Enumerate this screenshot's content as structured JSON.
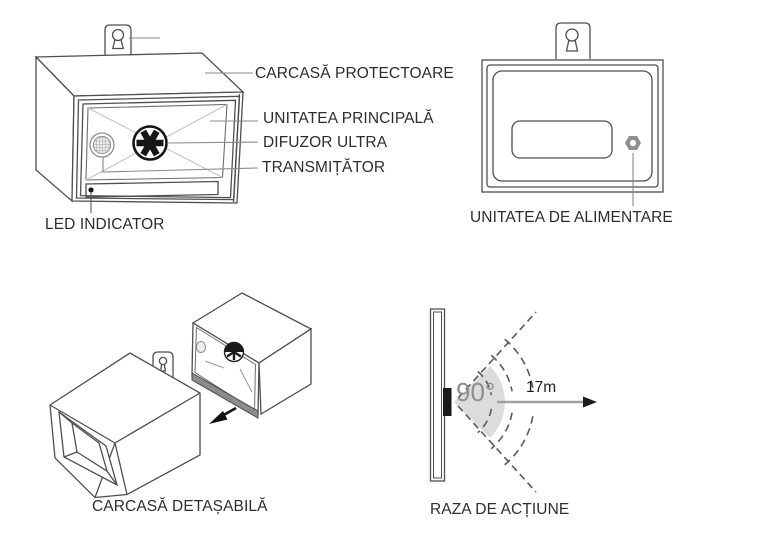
{
  "figures": {
    "main_unit": {
      "callouts": {
        "protective_case": "CARCASĂ PROTECTOARE",
        "main_unit": "UNITATEA PRINCIPALĂ",
        "ultra_speaker": "DIFUZOR ULTRA",
        "transmitter": "TRANSMIȚĂTOR",
        "led_indicator": "LED INDICATOR"
      }
    },
    "power_unit": {
      "caption": "UNITATEA DE ALIMENTARE"
    },
    "detachable_case": {
      "caption": "CARCASĂ DETAȘABILĂ"
    },
    "action_range": {
      "caption": "RAZA DE ACȚIUNE",
      "beam_angle": "90°",
      "range_distance": "17m"
    }
  },
  "colors": {
    "background": "#ffffff",
    "outline": "#4f4f4f",
    "leader_line": "#8a8a8a",
    "light_detail": "#c4c4c4",
    "text": "#2d2d2d",
    "angle_text": "#8e8e8e",
    "dark_fill": "#161616",
    "sector_fill": "#dcdcdc"
  }
}
